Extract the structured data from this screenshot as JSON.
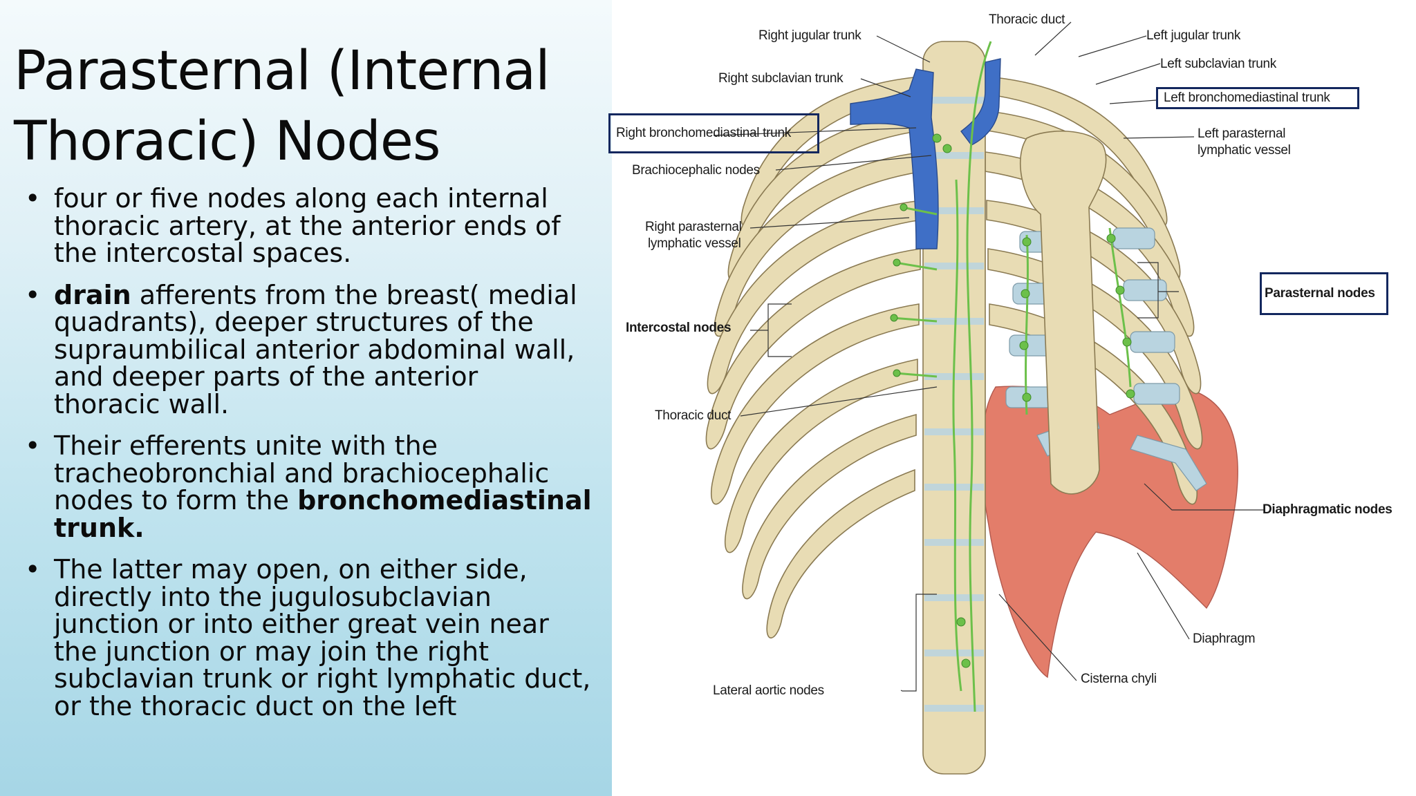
{
  "slide": {
    "title": "Parasternal (Internal Thoracic) Nodes",
    "bullets": [
      {
        "pre": "four or five nodes along each internal thoracic artery, at the anterior ends of the intercostal spaces.",
        "bold": "",
        "post": ""
      },
      {
        "pre": "",
        "bold": "drain",
        "post": " afferents from the breast( medial quadrants), deeper structures of the supraumbilical anterior abdominal wall, and deeper parts of the anterior thoracic wall."
      },
      {
        "pre": "Their efferents unite with the tracheobronchial and brachiocephalic nodes to form the ",
        "bold": "bronchomediastinal trunk.",
        "post": ""
      },
      {
        "pre": "The latter may open, on either side, directly into the jugulosubclavian junction or into either great vein near the junction or may join the right subclavian trunk or right lymphatic duct, or the thoracic duct on the left",
        "bold": "",
        "post": ""
      }
    ]
  },
  "figure": {
    "labels": {
      "thoracic_duct_top": "Thoracic duct",
      "right_jugular_trunk": "Right jugular trunk",
      "left_jugular_trunk": "Left jugular trunk",
      "right_subclavian_trunk": "Right subclavian trunk",
      "left_subclavian_trunk": "Left subclavian trunk",
      "left_bronchomediastinal_trunk": "Left bronchomediastinal trunk",
      "right_bronchomediastinal_trunk": "Right bronchomediastinal trunk",
      "left_parasternal_line1": "Left parasternal",
      "left_parasternal_line2": "lymphatic vessel",
      "brachiocephalic_nodes": "Brachiocephalic nodes",
      "right_parasternal_line1": "Right parasternal",
      "right_parasternal_line2": "lymphatic vessel",
      "parasternal_nodes": "Parasternal nodes",
      "intercostal_nodes": "Intercostal nodes",
      "thoracic_duct_lower": "Thoracic duct",
      "diaphragmatic_nodes": "Diaphragmatic nodes",
      "diaphragm": "Diaphragm",
      "cisterna_chyli": "Cisterna chyli",
      "lateral_aortic_nodes": "Lateral aortic nodes"
    },
    "colors": {
      "bone": "#e8dcb4",
      "bone_outline": "#8a7a52",
      "cartilage": "#b9d4e0",
      "vein": "#3f6fc6",
      "lymph": "#6cc04a",
      "diaphragm": "#e0705a",
      "label_box": "#13275e"
    }
  }
}
